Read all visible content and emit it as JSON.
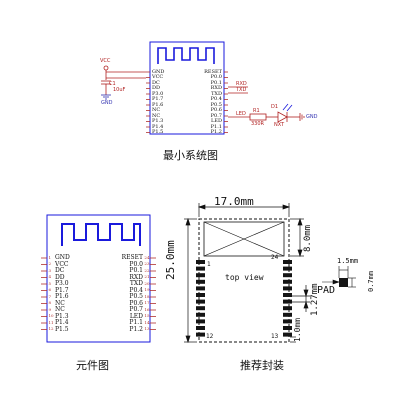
{
  "colors": {
    "module_stroke": "#1a1adc",
    "pin_color": "#b03030",
    "net_color": "#b02020",
    "ground_color": "#3030b0",
    "text_black": "#111111",
    "pad_fill": "#151515"
  },
  "schematic": {
    "caption": "最小系统图",
    "left_pins": [
      "GND",
      "VCC",
      "DC",
      "DD",
      "P3.0",
      "P1.7",
      "P1.6",
      "NC",
      "NC",
      "P1.3",
      "P1.4",
      "P1.5"
    ],
    "right_pins": [
      "RESET",
      "P0.0",
      "P0.1",
      "RXD",
      "TXD",
      "P0.4",
      "P0.5",
      "P0.6",
      "P0.7",
      "LED",
      "P1.1",
      "P1.2"
    ],
    "cap_ref": "C1",
    "cap_value": "10uF",
    "vcc_label": "VCC",
    "gnd_label": "GND",
    "net_rxd": "RXD",
    "net_txd": "TXD",
    "net_led": "LED",
    "resistor_ref": "R1",
    "resistor_value": "330R",
    "led_ref": "D1",
    "led_value": "NXT",
    "led_gnd": "GND"
  },
  "component": {
    "caption": "元件图",
    "left_pins": [
      "GND",
      "VCC",
      "DC",
      "DD",
      "P3.0",
      "P1.7",
      "P1.6",
      "NC",
      "NC",
      "P1.3",
      "P1.4",
      "P1.5"
    ],
    "right_pins": [
      "RESET",
      "P0.0",
      "P0.1",
      "RXD",
      "TXD",
      "P0.4",
      "P0.5",
      "P0.6",
      "P0.7",
      "LED",
      "P1.1",
      "P1.2"
    ],
    "left_nums": [
      "1",
      "2",
      "3",
      "4",
      "5",
      "6",
      "7",
      "8",
      "9",
      "10",
      "11",
      "12"
    ],
    "right_nums": [
      "24",
      "23",
      "22",
      "21",
      "20",
      "19",
      "18",
      "17",
      "16",
      "15",
      "14",
      "13"
    ]
  },
  "footprint": {
    "caption": "推荐封装",
    "width_dim": "17.0mm",
    "height_dim": "25.0mm",
    "antenna_dim": "8.0mm",
    "pitch_dim": "1.27mm",
    "edge_dim": "1.0mm",
    "pad_w_dim": "1.5mm",
    "pad_h_dim": "0.7mm",
    "pad_label": "PAD",
    "view_label": "top view",
    "pin_1": "1",
    "pin_24": "24",
    "pin_12": "12",
    "pin_13": "13"
  }
}
